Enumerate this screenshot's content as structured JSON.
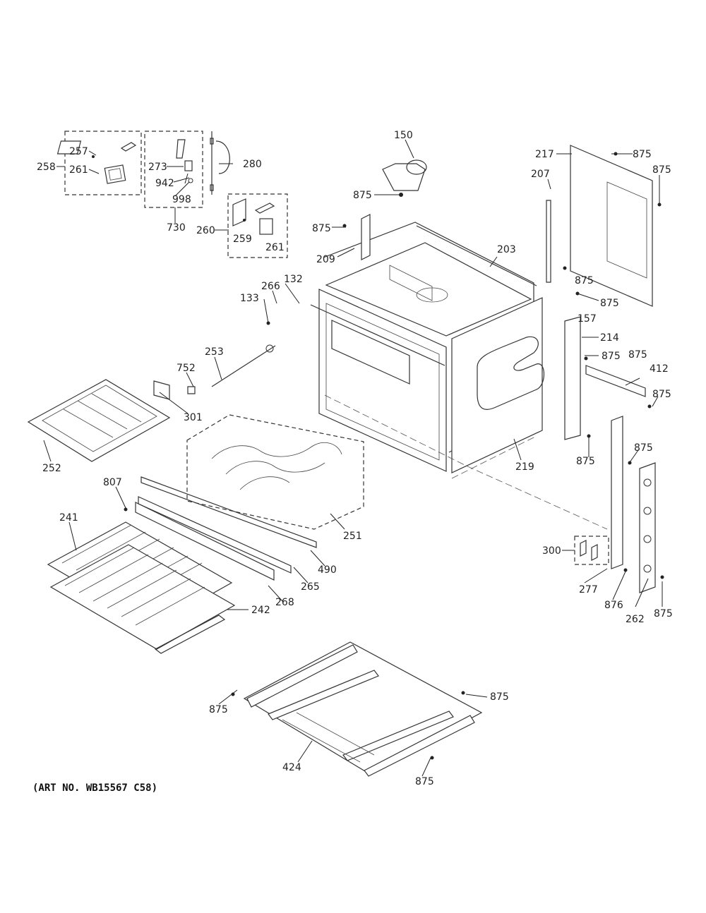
{
  "diagram": {
    "art_number": "(ART NO. WB15567 C58)",
    "labels": {
      "p150": "150",
      "p258": "258",
      "p257": "257",
      "p261a": "261",
      "p273": "273",
      "p942": "942",
      "p998": "998",
      "p730": "730",
      "p280": "280",
      "p260": "260",
      "p259": "259",
      "p261b": "261",
      "p875_top_hinge": "875",
      "p875_a": "875",
      "p209": "209",
      "p203": "203",
      "p217": "217",
      "p207": "207",
      "p875_b": "875",
      "p875_c": "875",
      "p875_d": "875",
      "p875_e": "875",
      "p157": "157",
      "p214": "214",
      "p875_f": "875",
      "p875_g": "875",
      "p412": "412",
      "p875_h": "875",
      "p132": "132",
      "p266": "266",
      "p133": "133",
      "p253": "253",
      "p752": "752",
      "p301": "301",
      "p252": "252",
      "p219": "219",
      "p875_i": "875",
      "p875_j": "875",
      "p807": "807",
      "p241": "241",
      "p251": "251",
      "p490": "490",
      "p265": "265",
      "p268": "268",
      "p242": "242",
      "p300": "300",
      "p277": "277",
      "p876": "876",
      "p262": "262",
      "p875_k": "875",
      "p875_l": "875",
      "p875_m": "875",
      "p424": "424",
      "p875_n": "875"
    }
  }
}
